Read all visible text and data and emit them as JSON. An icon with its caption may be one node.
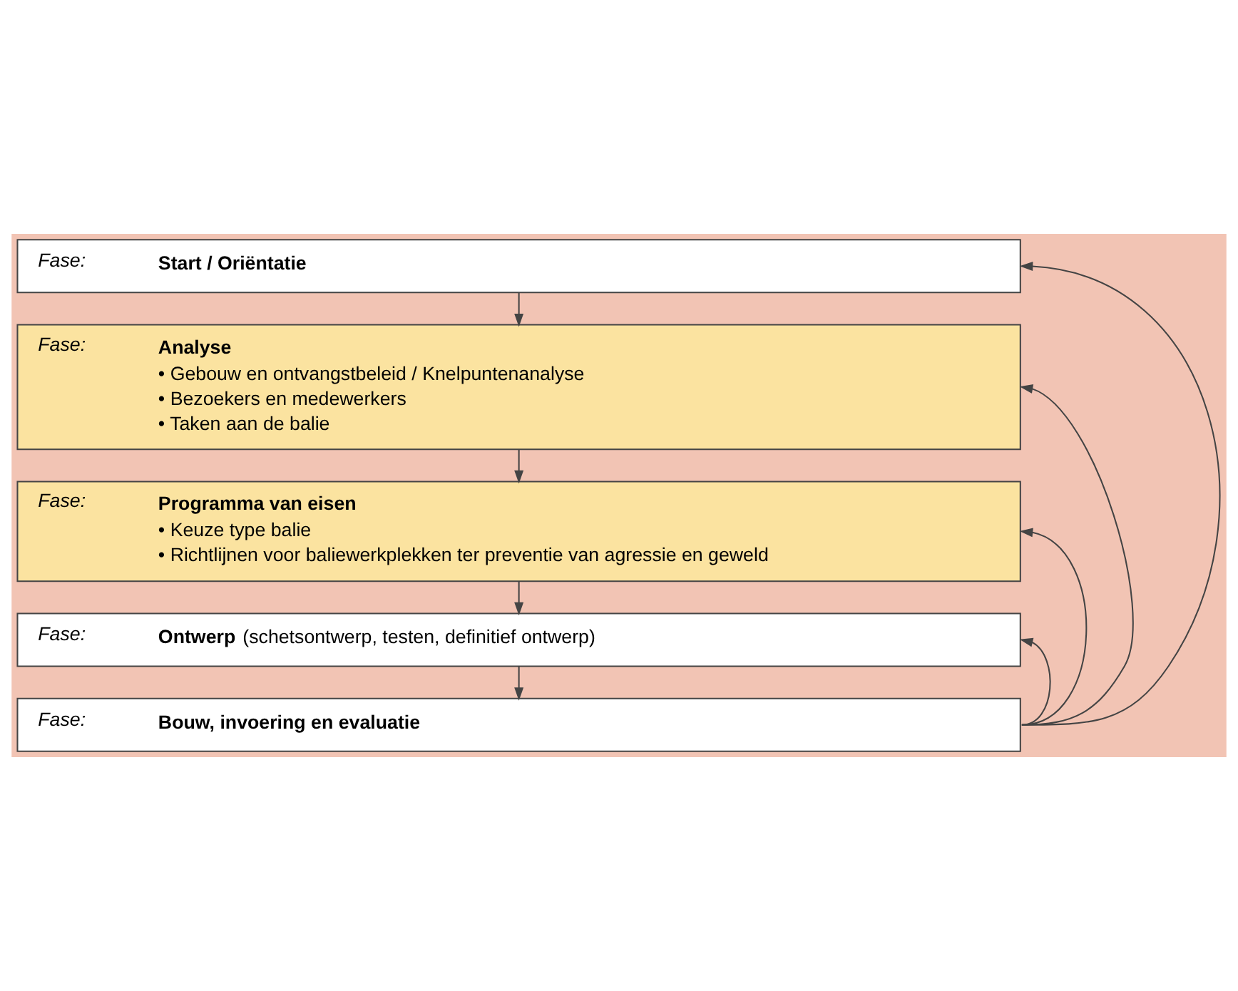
{
  "diagram": {
    "nodes": [
      {
        "text": [
          "Fase:",
          "Start / Oriëntatie"
        ]
      },
      {
        "text": [
          "Fase:",
          "Analyse",
          "• Gebouw en ontvangstbeleid / Knelpuntenanalyse",
          "• Bezoekers en medewerkers",
          "• Taken aan de balie"
        ]
      },
      {
        "text": [
          "Fase:",
          "Programma van eisen",
          "• Keuze type balie",
          "• Richtlijnen voor baliewerkplekken ter preventie van agressie en geweld"
        ]
      },
      {
        "text": [
          "Fase:",
          "**Ontwerp** (schetsontwerp, testen, definitief ontwerp)"
        ]
      },
      {
        "text": [
          "Fase:",
          "Bouw, invoering en evaluatie"
        ]
      }
    ],
    "edges": [
      {
        "from": 0,
        "to": 1,
        "arrow": "to"
      },
      {
        "from": 1,
        "to": 2,
        "arrow": "to"
      },
      {
        "from": 2,
        "to": 3,
        "arrow": "to"
      },
      {
        "from": 3,
        "to": 4,
        "arrow": "to"
      },
      {
        "from": 4,
        "to": 0,
        "arrow": "to"
      },
      {
        "from": 4,
        "to": 1,
        "arrow": "to"
      },
      {
        "from": 4,
        "to": 2,
        "arrow": "to"
      },
      {
        "from": 4,
        "to": 3,
        "arrow": "to"
      }
    ]
  }
}
